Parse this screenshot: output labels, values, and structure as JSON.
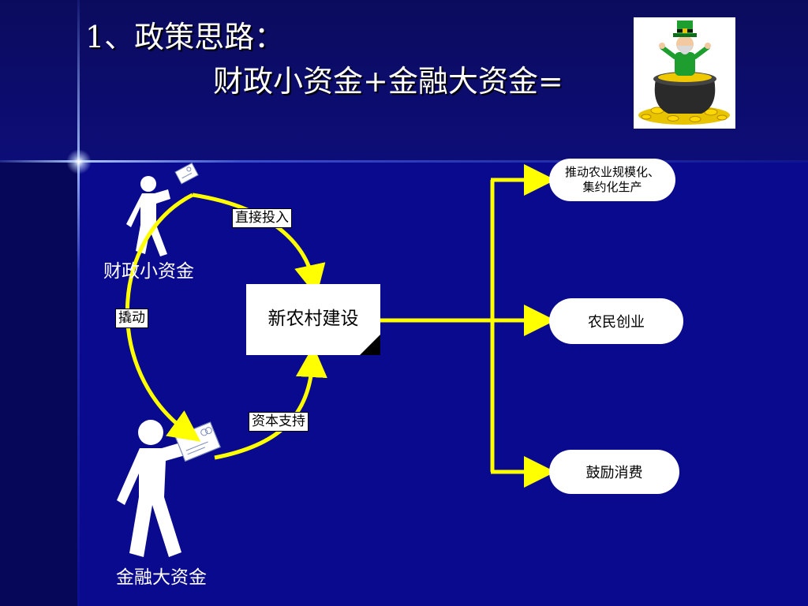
{
  "title": {
    "line1": "1、政策思路：",
    "line2": "财政小资金+金融大资金="
  },
  "diagram": {
    "center_box": "新农村建设",
    "edge_direct": "直接投入",
    "edge_leverage": "撬动",
    "edge_capital": "资本支持",
    "actor_fiscal": "财政小资金",
    "actor_finance": "金融大资金",
    "outcomes": [
      {
        "label": "推动农业规模化、集约化生产"
      },
      {
        "label": "农民创业"
      },
      {
        "label": "鼓励消费"
      }
    ]
  },
  "colors": {
    "arrow": "#ffff00",
    "background": "#0a0a8e",
    "text": "#ffffff"
  },
  "icons": {
    "figure_top": "person-with-document-icon",
    "figure_bottom": "person-with-document-icon",
    "leprechaun": "leprechaun-pot-of-gold-icon"
  }
}
